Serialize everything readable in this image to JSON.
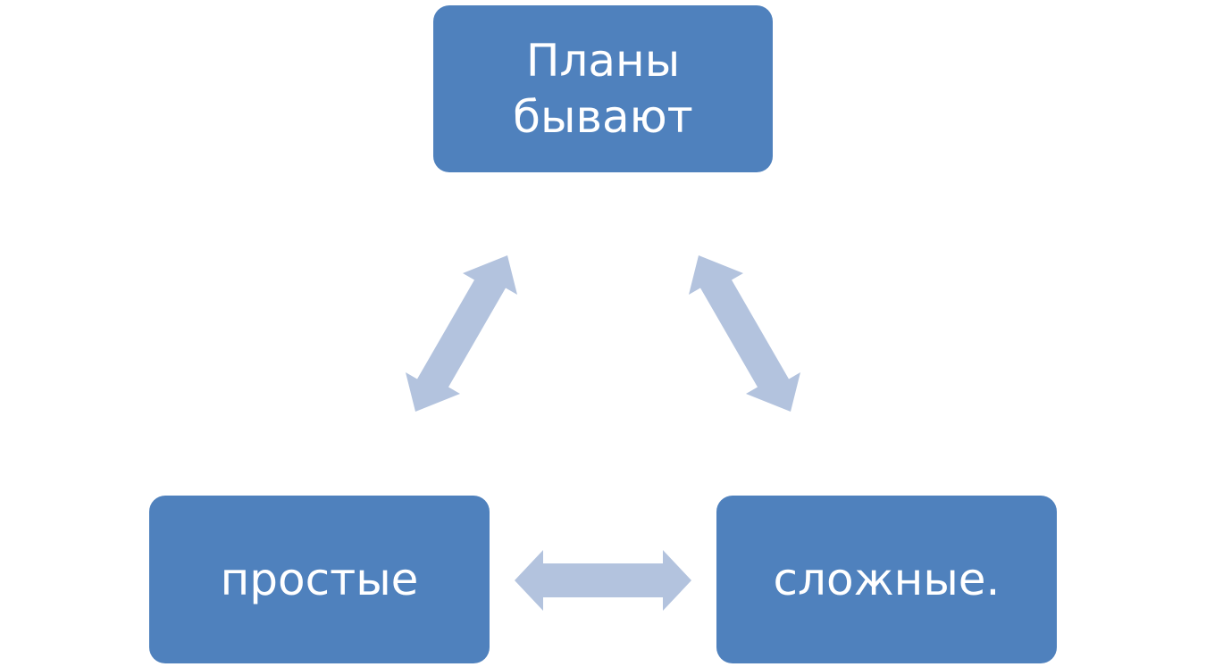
{
  "diagram": {
    "nodes": {
      "top": "Планы бывают",
      "left": "простые",
      "right": "сложные."
    },
    "colors": {
      "node_fill": "#4f81bd",
      "node_text": "#ffffff",
      "arrow_fill": "#b3c3de"
    }
  }
}
